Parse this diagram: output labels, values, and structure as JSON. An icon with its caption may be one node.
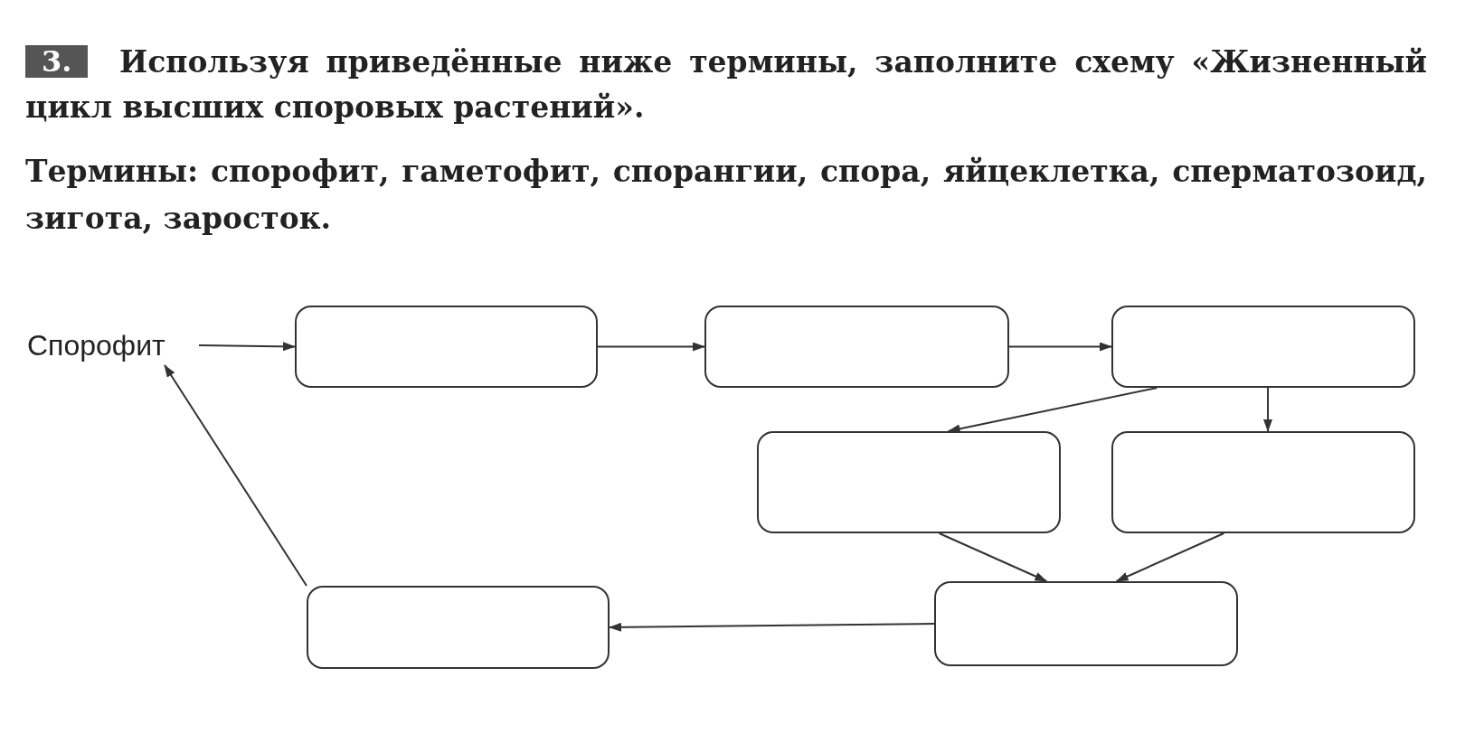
{
  "diagram": {
    "title": "Используя приведённые ниже термины, заполните схему «Жизненный цикл высших споровых растений».",
    "nodes": [
      {
        "text": [
          "Спорофит"
        ]
      },
      {
        "text": [],
        "shape": "box"
      },
      {
        "text": [],
        "shape": "box"
      },
      {
        "text": [],
        "shape": "box"
      },
      {
        "text": [],
        "shape": "box"
      },
      {
        "text": [],
        "shape": "box"
      },
      {
        "text": [],
        "shape": "box"
      },
      {
        "text": [],
        "shape": "box"
      }
    ],
    "edges": [
      {
        "from": 0,
        "to": 1,
        "arrow": "to"
      },
      {
        "from": 1,
        "to": 2,
        "arrow": "to"
      },
      {
        "from": 2,
        "to": 3,
        "arrow": "to"
      },
      {
        "from": 3,
        "to": 4,
        "arrow": "to"
      },
      {
        "from": 3,
        "to": 5,
        "arrow": "to"
      },
      {
        "from": 4,
        "to": 6,
        "arrow": "to"
      },
      {
        "from": 5,
        "to": 6,
        "arrow": "to"
      },
      {
        "from": 6,
        "to": 7,
        "arrow": "to"
      },
      {
        "from": 7,
        "to": 0,
        "arrow": "to"
      }
    ],
    "labels": [
      "3.",
      "Термины: спорофит, гаметофит, спорангии, спора, яйцеклетка, сперматозоид, зигота, заросток."
    ]
  }
}
